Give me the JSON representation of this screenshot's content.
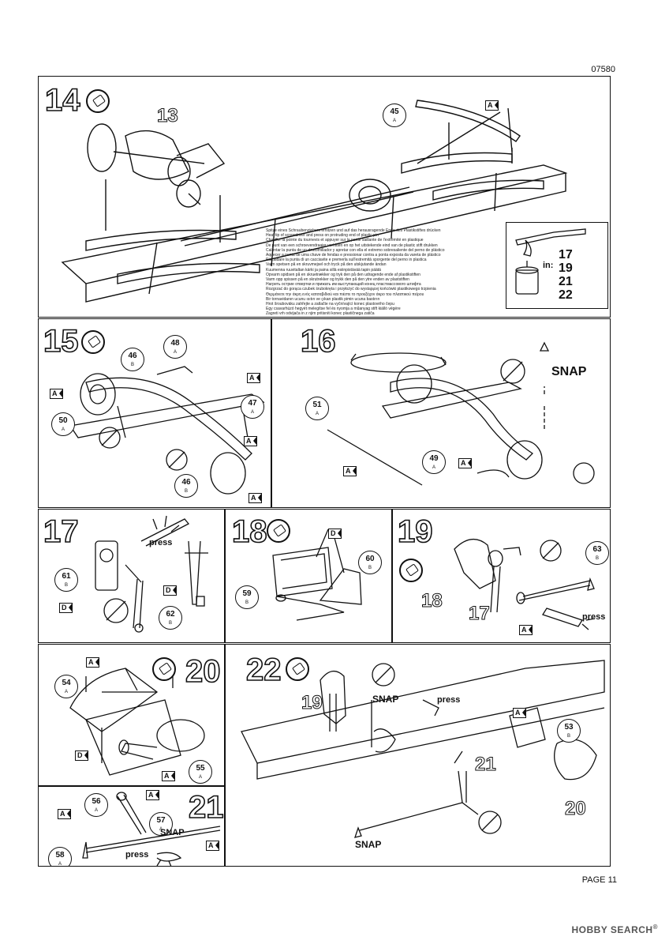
{
  "header": {
    "code": "07580"
  },
  "footer": {
    "page": "PAGE 11",
    "logo": "HOBBY SEARCH",
    "logo_mark": "®"
  },
  "steps": {
    "s14": {
      "num": "14",
      "refs": [
        "13"
      ],
      "callouts": [
        {
          "n": "45",
          "s": "A"
        }
      ],
      "tags": [
        "A"
      ],
      "inbox_label": "in:",
      "inbox_steps": [
        "17",
        "19",
        "21",
        "22"
      ],
      "text_lines": [
        "Spitze eines Schraubenziehers erhitzen und auf das herausragende Ende des Plastikstiftes drücken",
        "Heat tip of screwdriver and press on protruding end of plastic pin",
        "Chauffer la pointe du tournevis et appuyer sur la partie saillante de l'extrémité en plastique",
        "De punt van een schroevendraaier verhitten en op het uitstekende eind van de plastic stift drukken",
        "Calentar la punta de un destornillador y apretar con ella el extremo sobresaliente del perno de plástico",
        "Aquecer a ponta de uma chave de fendas e pressionar contra a ponta exposta da vareta de plástico",
        "Riscaldare la punta di un cacciavite e premerla sull'estremità sporgente del perno in plastica",
        "Varm spetsen på en skruvmejsel och tryck på den utskjutande ändan",
        "Kuumenna ruuvitaltan kärki ja paina sillä esiinpistävää tapin päätä",
        "Opvarm spidsen på en skruetrækker og tryk den på den udragende ende af plastikstiften",
        "Varm opp spissen på en skrutrekker og trykk den på den ytre enden av plaststiften",
        "Нагреть острие отвертки и прижать им выступающий конец пластмассового штифта",
        "Rozgrzać do gorąca czubek śrubokręta i przyłożyć do wystającej końcówki plastikowego trzpienia",
        "Θερμάνετε την άκρη ενός κατσαβιδιού και πιέστε το προεξέχον άκρο του πλαστικού πείρου",
        "Bir tornavidanın ucunu ısıtın ve çıkan plastik pimin ucuna bastırın",
        "Hrot šroubováku zahřejte a zatlačte na vyčnívající konec plastového čepu",
        "Egy csavarhúzó hegyét melegítse fel és nyomja a műanyag stift kiálló végére",
        "Zagreti vrh odvijača in z njim pritisniti konec plastičnega zatiča"
      ]
    },
    "s15": {
      "num": "15",
      "callouts": [
        {
          "n": "46",
          "s": "B"
        },
        {
          "n": "48",
          "s": "A"
        },
        {
          "n": "50",
          "s": "A"
        },
        {
          "n": "47",
          "s": "A"
        },
        {
          "n": "46",
          "s": "B"
        }
      ],
      "tags": [
        "A",
        "A",
        "A",
        "A"
      ]
    },
    "s16": {
      "num": "16",
      "callouts": [
        {
          "n": "51",
          "s": "A"
        },
        {
          "n": "49",
          "s": "A"
        }
      ],
      "tags": [
        "A",
        "A"
      ],
      "snap": "SNAP"
    },
    "s17": {
      "num": "17",
      "callouts": [
        {
          "n": "61",
          "s": "B"
        },
        {
          "n": "62",
          "s": "B"
        }
      ],
      "tags": [
        "D",
        "D"
      ],
      "press": "press"
    },
    "s18": {
      "num": "18",
      "callouts": [
        {
          "n": "60",
          "s": "B"
        },
        {
          "n": "59",
          "s": "B"
        }
      ],
      "tags": [
        "D"
      ]
    },
    "s19": {
      "num": "19",
      "refs": [
        "18",
        "17"
      ],
      "callouts": [
        {
          "n": "63",
          "s": "B"
        }
      ],
      "tags": [
        "A"
      ],
      "press": "press"
    },
    "s20": {
      "num": "20",
      "callouts": [
        {
          "n": "54",
          "s": "A"
        },
        {
          "n": "55",
          "s": "A"
        }
      ],
      "tags": [
        "A",
        "D",
        "A"
      ]
    },
    "s21": {
      "num": "21",
      "callouts": [
        {
          "n": "56",
          "s": "A"
        },
        {
          "n": "57",
          "s": "A"
        },
        {
          "n": "58",
          "s": "A"
        }
      ],
      "tags": [
        "A",
        "A",
        "A"
      ],
      "snap": "SNAP",
      "press": "press"
    },
    "s22": {
      "num": "22",
      "refs": [
        "19",
        "21",
        "20"
      ],
      "callouts": [
        {
          "n": "53",
          "s": "B"
        }
      ],
      "tags": [
        "A"
      ],
      "snap1": "SNAP",
      "snap2": "SNAP",
      "press": "press"
    }
  }
}
